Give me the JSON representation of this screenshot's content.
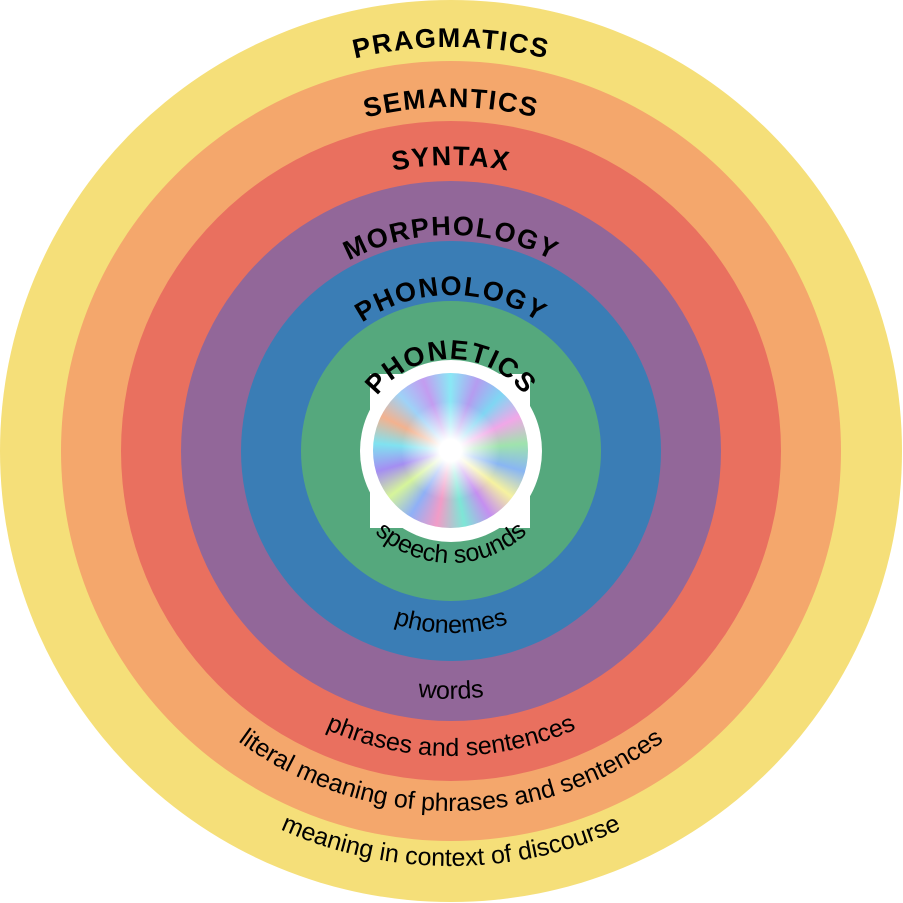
{
  "rings": [
    {
      "id": "pragmatics",
      "title": "PRAGMATICS",
      "description": "meaning in context of discourse",
      "color": "#f5df79"
    },
    {
      "id": "semantics",
      "title": "SEMANTICS",
      "description": "literal meaning of phrases and sentences",
      "color": "#f4a76c"
    },
    {
      "id": "syntax",
      "title": "SYNTAX",
      "description": "phrases and sentences",
      "color": "#e9705f"
    },
    {
      "id": "morphology",
      "title": "MORPHOLOGY",
      "description": "words",
      "color": "#926799"
    },
    {
      "id": "phonology",
      "title": "PHONOLOGY",
      "description": "phonemes",
      "color": "#3a7db5"
    },
    {
      "id": "phonetics",
      "title": "PHONETICS",
      "description": "speech sounds",
      "color": "#55a87d"
    }
  ],
  "center_image": "rainbow-burst"
}
